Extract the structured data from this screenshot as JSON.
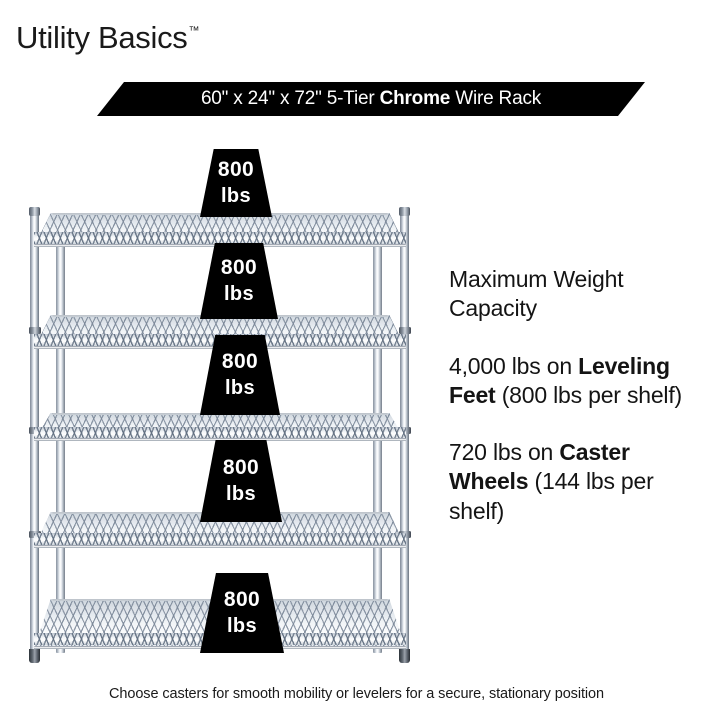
{
  "brand": {
    "name": "Utility Basics",
    "trademark": "™"
  },
  "banner": {
    "prefix": "60\" x 24\" x 72\" 5-Tier ",
    "emphasis": "Chrome",
    "suffix": " Wire Rack",
    "background_color": "#000000",
    "text_color": "#ffffff"
  },
  "product": {
    "shelf_count": 5,
    "badges": [
      {
        "value": "800",
        "unit": "lbs"
      },
      {
        "value": "800",
        "unit": "lbs"
      },
      {
        "value": "800",
        "unit": "lbs"
      },
      {
        "value": "800",
        "unit": "lbs"
      },
      {
        "value": "800",
        "unit": "lbs"
      }
    ]
  },
  "copy": {
    "heading_line1": "Maximum Weight",
    "heading_line2": "Capacity",
    "leveling": {
      "lead": "4,000 lbs on ",
      "strong": "Leveling Feet",
      "tail": " (800 lbs per shelf)"
    },
    "caster": {
      "lead": "720 lbs on ",
      "strong": "Caster Wheels",
      "tail": " (144 lbs per shelf)"
    }
  },
  "footer": {
    "caption": "Choose casters for smooth mobility or levelers for a secure, stationary position"
  },
  "colors": {
    "background": "#ffffff",
    "text": "#111111",
    "badge_background": "#000000",
    "badge_text": "#ffffff",
    "chrome_light": "#ffffff",
    "chrome_mid": "#c9d1da",
    "chrome_dark": "#6f7987"
  }
}
